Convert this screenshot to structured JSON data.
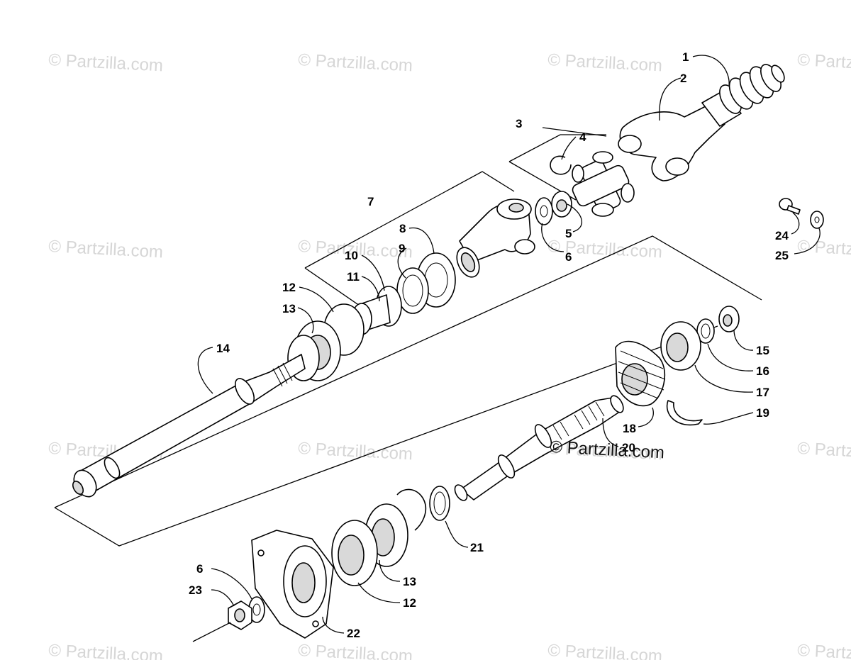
{
  "watermark": "© Partzilla.com",
  "watermark_center": "© Partzilla.com",
  "callouts": [
    "1",
    "2",
    "3",
    "4",
    "5",
    "6",
    "7",
    "8",
    "9",
    "10",
    "11",
    "12",
    "13",
    "14",
    "15",
    "16",
    "17",
    "18",
    "19",
    "20",
    "21",
    "12",
    "13",
    "6",
    "23",
    "22",
    "24",
    "25"
  ]
}
